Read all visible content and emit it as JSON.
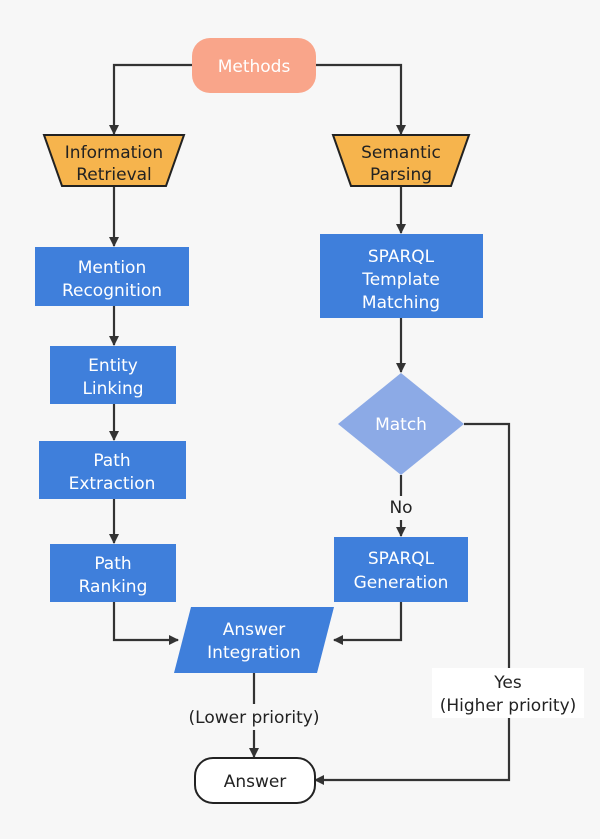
{
  "nodes": {
    "methods": "Methods",
    "info_retrieval": [
      "Information",
      "Retrieval"
    ],
    "semantic_parsing": [
      "Semantic",
      "Parsing"
    ],
    "mention_recognition": [
      "Mention",
      "Recognition"
    ],
    "entity_linking": [
      "Entity",
      "Linking"
    ],
    "path_extraction": [
      "Path",
      "Extraction"
    ],
    "path_ranking": [
      "Path",
      "Ranking"
    ],
    "sparql_template": [
      "SPARQL",
      "Template",
      "Matching"
    ],
    "match": "Match",
    "sparql_generation": [
      "SPARQL",
      "Generation"
    ],
    "answer_integration": [
      "Answer",
      "Integration"
    ],
    "answer": "Answer"
  },
  "edge_labels": {
    "no": "No",
    "yes": [
      "Yes",
      "(Higher priority)"
    ],
    "lower": "(Lower priority)"
  },
  "colors": {
    "methods": "#f9a58a",
    "trapezoid": "#f6b44d",
    "process": "#3f7fdb",
    "decision": "#8caae6",
    "edge": "#333333"
  }
}
